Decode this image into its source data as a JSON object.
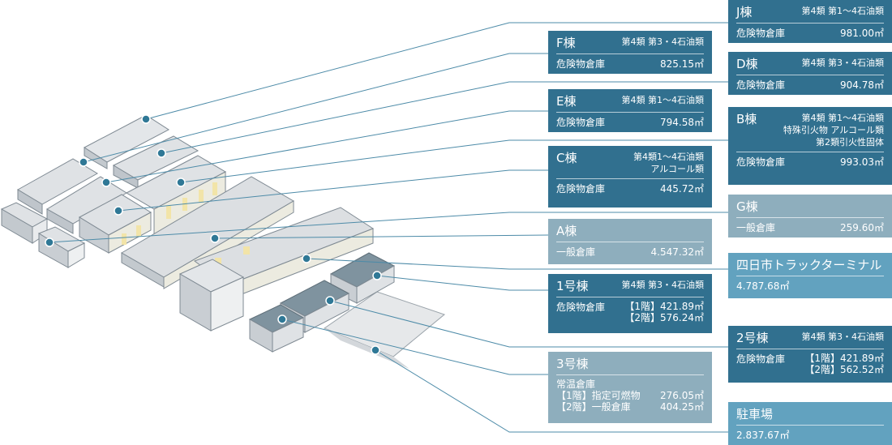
{
  "colors": {
    "dark": "#31708f",
    "light": "#a3bccb",
    "mid": "#5b9bb6",
    "line": "#4d8ba8",
    "dot": "#2f7896"
  },
  "cards": {
    "J": {
      "name": "J棟",
      "category": "第4類 第1～4石油類",
      "use": "危険物倉庫",
      "area": "981.00㎡"
    },
    "F": {
      "name": "F棟",
      "category": "第4類 第3・4石油類",
      "use": "危険物倉庫",
      "area": "825.15㎡"
    },
    "D": {
      "name": "D棟",
      "category": "第4類 第3・4石油類",
      "use": "危険物倉庫",
      "area": "904.78㎡"
    },
    "E": {
      "name": "E棟",
      "category": "第4類 第1～4石油類",
      "use": "危険物倉庫",
      "area": "794.58㎡"
    },
    "B": {
      "name": "B棟",
      "category": "第4類 第1～4石油類\n特殊引火物 アルコール類\n第2類引火性固体",
      "use": "危険物倉庫",
      "area": "993.03㎡"
    },
    "C": {
      "name": "C棟",
      "category": "第4類1～4石油類\nアルコール類",
      "use": "危険物倉庫",
      "area": "445.72㎡"
    },
    "G": {
      "name": "G棟",
      "use": "一般倉庫",
      "area": "259.60㎡"
    },
    "A": {
      "name": "A棟",
      "use": "一般倉庫",
      "area": "4.547.32㎡"
    },
    "terminal": {
      "name": "四日市トラックターミナル",
      "area": "4.787.68㎡"
    },
    "No1": {
      "name": "1号棟",
      "category": "第4類 第3・4石油類",
      "use": "危険物倉庫",
      "floors": "【1階】421.89㎡\n【2階】576.24㎡"
    },
    "No2": {
      "name": "2号棟",
      "category": "第4類 第3・4石油類",
      "use": "危険物倉庫",
      "floors": "【1階】421.89㎡\n【2階】562.52㎡"
    },
    "No3": {
      "name": "3号棟",
      "use": "常温倉庫",
      "f1_label": "【1階】指定可燃物",
      "f1_area": "276.05㎡",
      "f2_label": "【2階】一般倉庫",
      "f2_area": "404.25㎡"
    },
    "parking": {
      "name": "駐車場",
      "area": "2.837.67㎡"
    }
  }
}
